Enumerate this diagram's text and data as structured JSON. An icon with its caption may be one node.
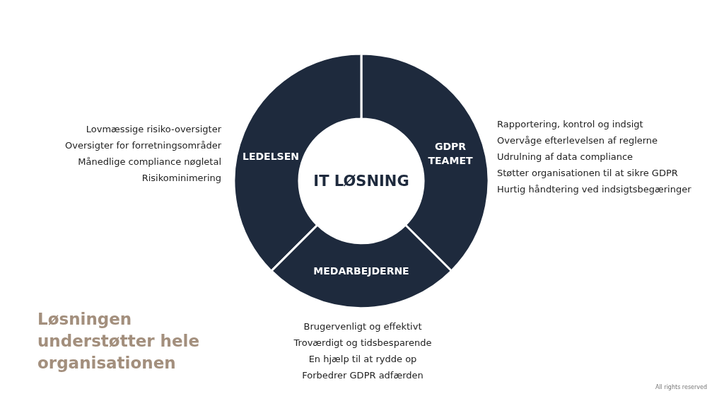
{
  "diagram": {
    "title": "Løsningen understøtter hele organisationen",
    "nodes": [
      {
        "text": [
          "IT LØSNING"
        ]
      },
      {
        "text": [
          "GDPR TEAMET"
        ],
        "beside": [
          "Rapportering, kontrol og indsigt",
          "Overvåge efterlevelsen af reglerne",
          "Udrulning af data compliance",
          "Støtter organisationen til at sikre GDPR",
          "Hurtig håndtering ved indsigtsbegæringer"
        ]
      },
      {
        "text": [
          "LEDELSEN"
        ],
        "beside": [
          "Lovmæssige risiko-oversigter",
          "Oversigter for forretningsområder",
          "Månedlige compliance nøgletal",
          "Risikominimering"
        ]
      },
      {
        "text": [
          "MEDARBEJDERNE"
        ],
        "beside": [
          "Brugervenligt og effektivt",
          "Troværdigt og tidsbesparende",
          "En hjælp til at rydde op",
          "Forbedrer GDPR adfærden"
        ]
      }
    ],
    "edges": [],
    "labels": [
      "All rights reserved"
    ]
  }
}
